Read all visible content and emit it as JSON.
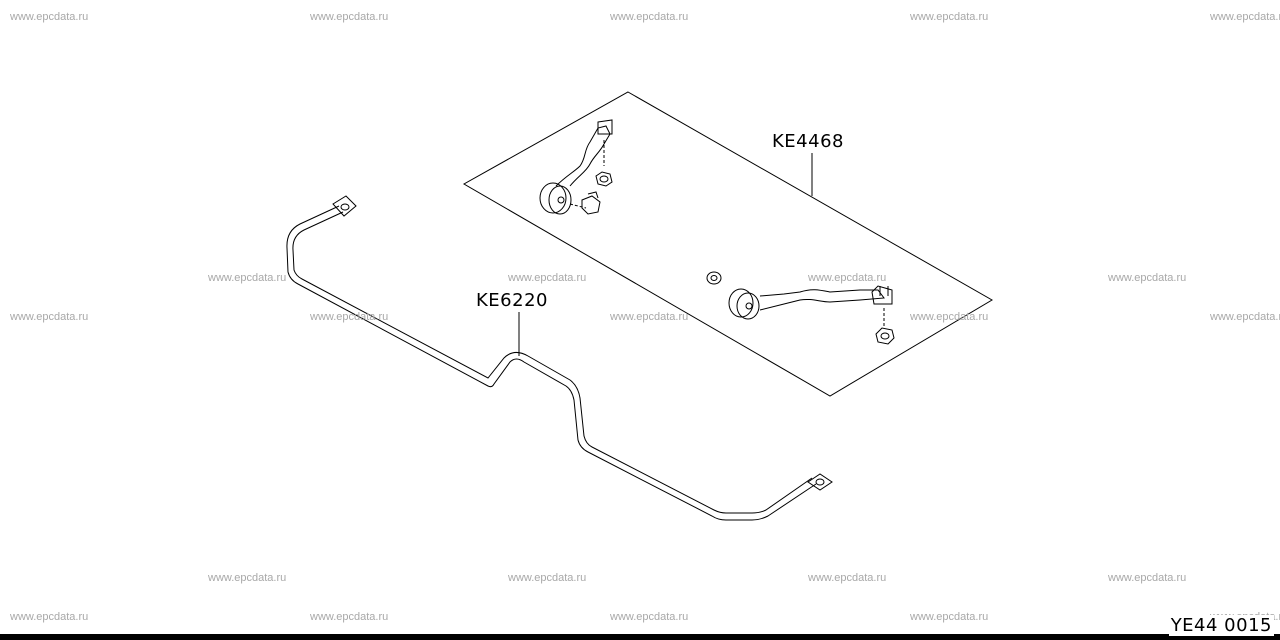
{
  "watermark": "www.epcdata.ru",
  "parts": {
    "link_kit": {
      "code": "KE4468"
    },
    "stabilizer_bar": {
      "code": "KE6220"
    }
  },
  "figure_ref": "YE44 0015"
}
